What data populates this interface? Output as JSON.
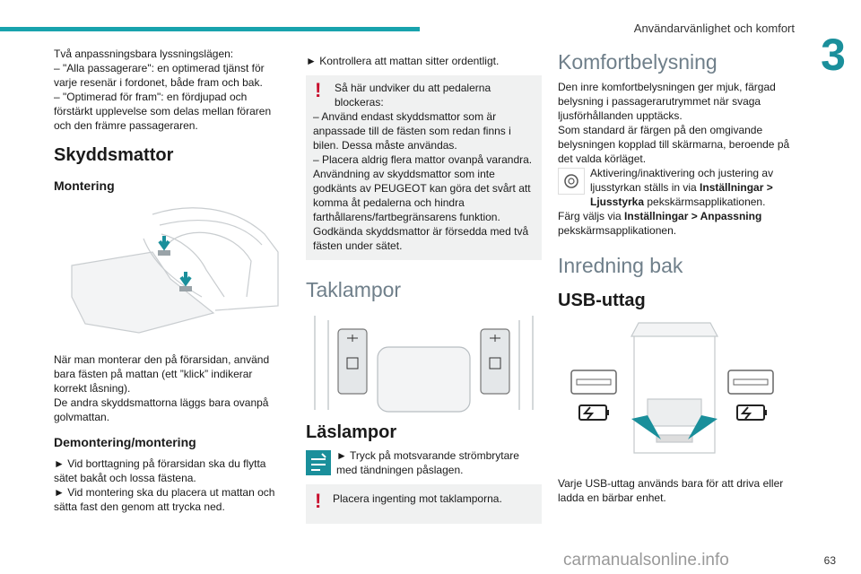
{
  "header": {
    "title": "Användarvänlighet och komfort",
    "chapter": "3"
  },
  "col1": {
    "intro": [
      "Två anpassningsbara lyssningslägen:",
      "– \"Alla passagerare\": en optimerad tjänst för varje resenär i fordonet, både fram och bak.",
      "– \"Optimerad för fram\": en fördjupad och förstärkt upplevelse som delas mellan föraren och den främre passageraren."
    ],
    "section_title": "Skyddsmattor",
    "mount_title": "Montering",
    "mount_text": [
      "När man monterar den på förarsidan, använd bara fästen på mattan (ett ”klick” indikerar korrekt låsning).",
      "De andra skyddsmattorna läggs bara ovanpå golvmattan."
    ],
    "demount_title": "Demontering/montering",
    "demount_text": [
      "► Vid borttagning på förarsidan ska du flytta sätet bakåt och lossa fästena.",
      "► Vid montering ska du placera ut mattan och sätta fast den genom att trycka ned."
    ]
  },
  "col2": {
    "check": "► Kontrollera att mattan sitter ordentligt.",
    "warning_lines": [
      "Så här undviker du att pedalerna blockeras:",
      "– Använd endast skyddsmattor som är anpassade till de fästen som redan finns i bilen. Dessa måste användas.",
      "– Placera aldrig flera mattor ovanpå varandra.",
      "Användning av skyddsmattor som inte godkänts av PEUGEOT kan göra det svårt att komma åt pedalerna och hindra farthållarens/fartbegränsarens funktion.",
      "Godkända skyddsmattor är försedda med två fästen under sätet."
    ],
    "taklampor": "Taklampor",
    "laslampor": "Läslampor",
    "las_text": "► Tryck på motsvarande strömbrytare med tändningen påslagen.",
    "las_warning": "Placera ingenting mot taklamporna."
  },
  "col3": {
    "komfort_title": "Komfortbelysning",
    "komfort_text": [
      "Den inre komfortbelysningen ger mjuk, färgad belysning i passagerarutrymmet när svaga ljusförhållanden upptäcks.",
      "Som standard är färgen på den omgivande belysningen kopplad till skärmarna, beroende på det valda körläget."
    ],
    "settings_a": "Aktivering/inaktivering och justering av ljusstyrkan ställs in via ",
    "settings_b": "Inställningar > Ljusstyrka",
    "settings_c": " pekskärmsapplikationen.",
    "color_a": "Färg väljs via ",
    "color_b": "Inställningar > Anpassning",
    "color_c": " pekskärmsapplikationen.",
    "inredning": "Inredning bak",
    "usb_title": "USB-uttag",
    "usb_text": "Varje USB-uttag används bara för att driva eller ladda en bärbar enhet."
  },
  "footer": {
    "page": "63",
    "watermark": "carmanualsonline.info"
  },
  "colors": {
    "accent": "#1a8f9b",
    "warning": "#c8102e",
    "box": "#f0f1f1"
  },
  "icons": [
    "warning-icon",
    "gear-settings-icon",
    "switch-icon",
    "usb-charge-icon"
  ]
}
